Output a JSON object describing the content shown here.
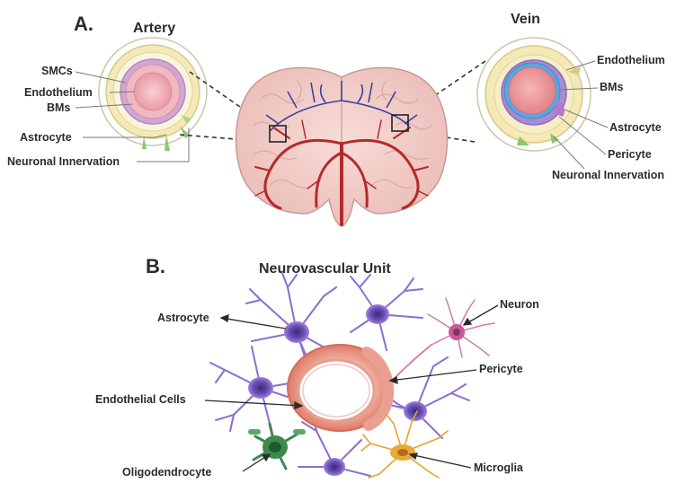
{
  "panel_a": {
    "marker": "A.",
    "artery": {
      "title": "Artery",
      "labels": [
        "SMCs",
        "Endothelium",
        "BMs",
        "Astrocyte",
        "Neuronal Innervation"
      ]
    },
    "vein": {
      "title": "Vein",
      "labels": [
        "Endothelium",
        "BMs",
        "Astrocyte",
        "Pericyte",
        "Neuronal Innervation"
      ]
    }
  },
  "panel_b": {
    "marker": "B.",
    "title": "Neurovascular Unit",
    "labels": {
      "astrocyte": "Astrocyte",
      "neuron": "Neuron",
      "pericyte": "Pericyte",
      "endothelial": "Endothelial Cells",
      "oligodendrocyte": "Oligodendrocyte",
      "microglia": "Microglia"
    }
  },
  "colors": {
    "artery_red": "#b52a2a",
    "vein_blue": "#3c3fa0",
    "brain_pink": "#f3c9c4",
    "astrocyte_purple": "#8060c8",
    "oligodendrocyte_green": "#3d8a4f",
    "microglia_orange": "#e1a52e",
    "neuron_pink": "#c96aa4",
    "vessel_salmon": "#e79080"
  }
}
